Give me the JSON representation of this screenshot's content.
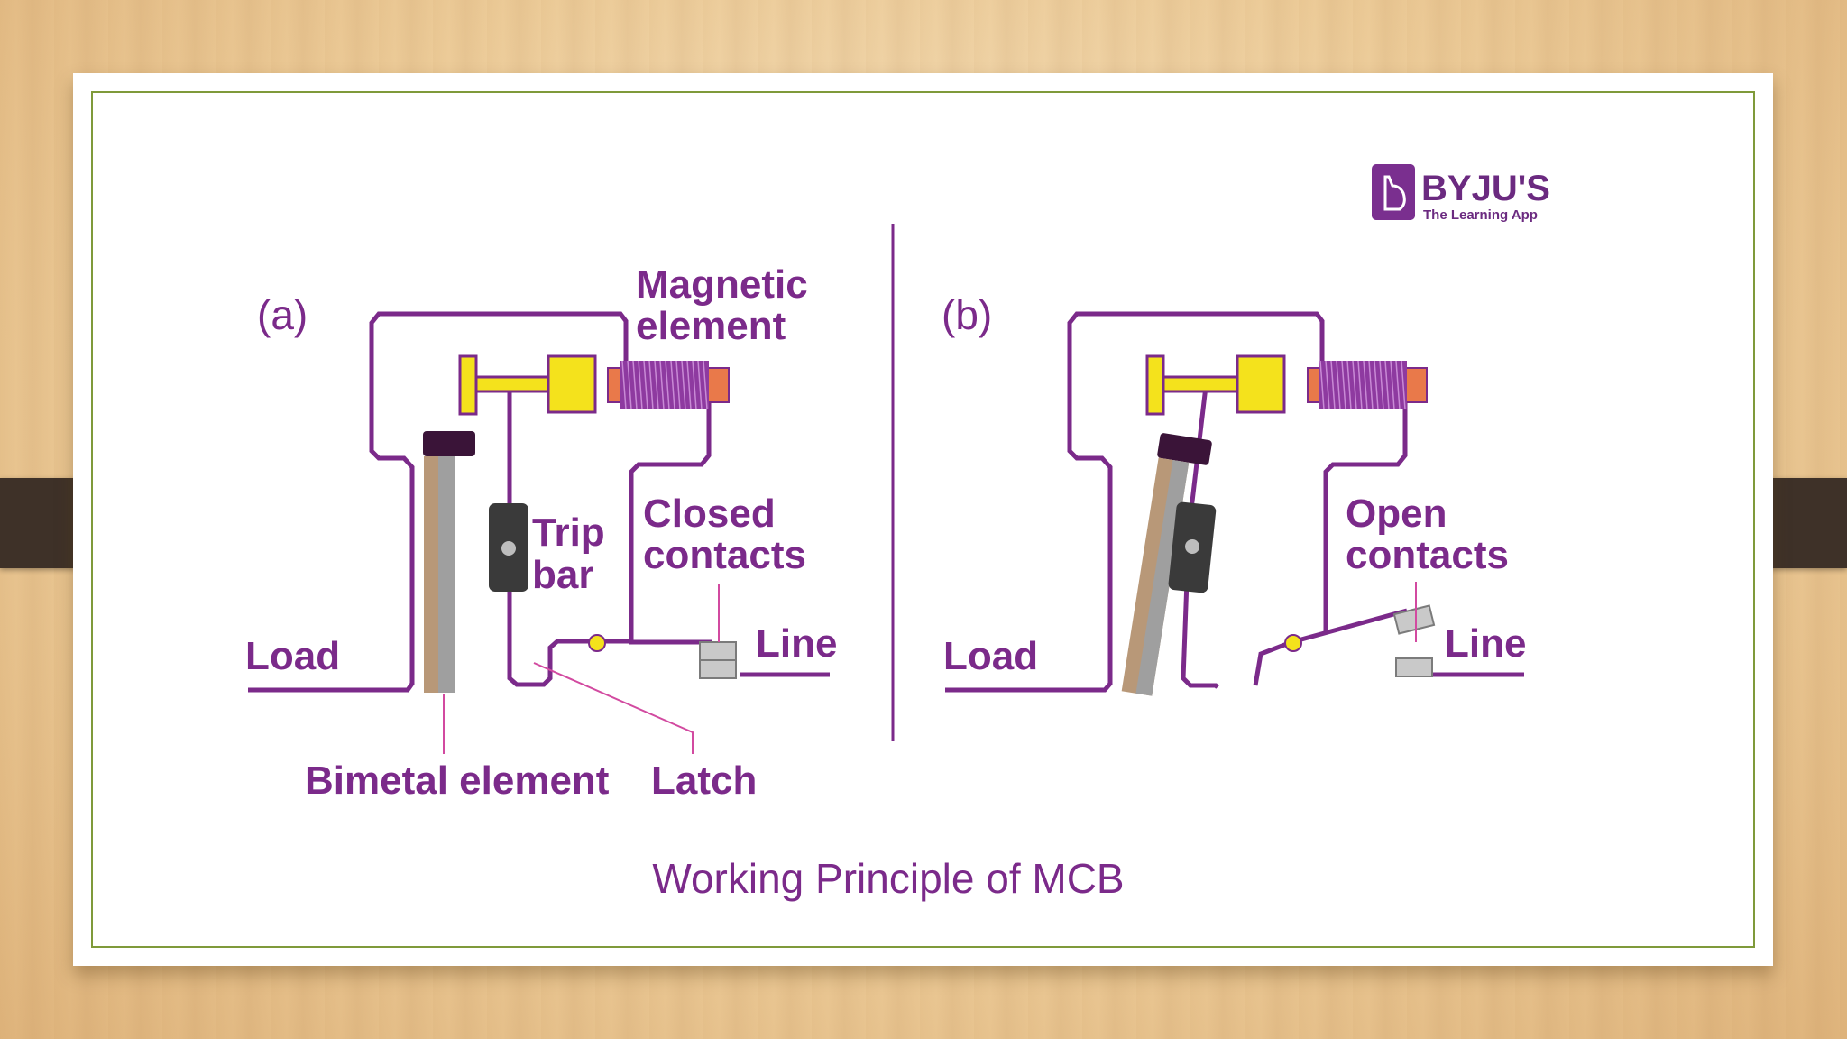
{
  "slide": {
    "panel_a_tag": "(a)",
    "panel_b_tag": "(b)",
    "magnetic_element_label": [
      "Magnetic",
      "element"
    ],
    "trip_bar_label": [
      "Trip",
      "bar"
    ],
    "closed_contacts_label": [
      "Closed",
      "contacts"
    ],
    "open_contacts_label": [
      "Open",
      "contacts"
    ],
    "load_label": "Load",
    "line_label": "Line",
    "bimetal_element_label": "Bimetal element",
    "latch_label": "Latch",
    "caption": "Working Principle of MCB"
  },
  "logo": {
    "name": "BYJU'S",
    "tagline": "The Learning App",
    "icon": "byjus-logo-icon"
  },
  "colors": {
    "accent": "#7b2a8a",
    "frame_border": "#7f9a3a",
    "strap": "#3e3128",
    "magnet_yellow": "#f4e21c",
    "coil": "#8e3aa0",
    "coil_core": "#e9794a",
    "trip_bar": "#3a3a3a"
  }
}
